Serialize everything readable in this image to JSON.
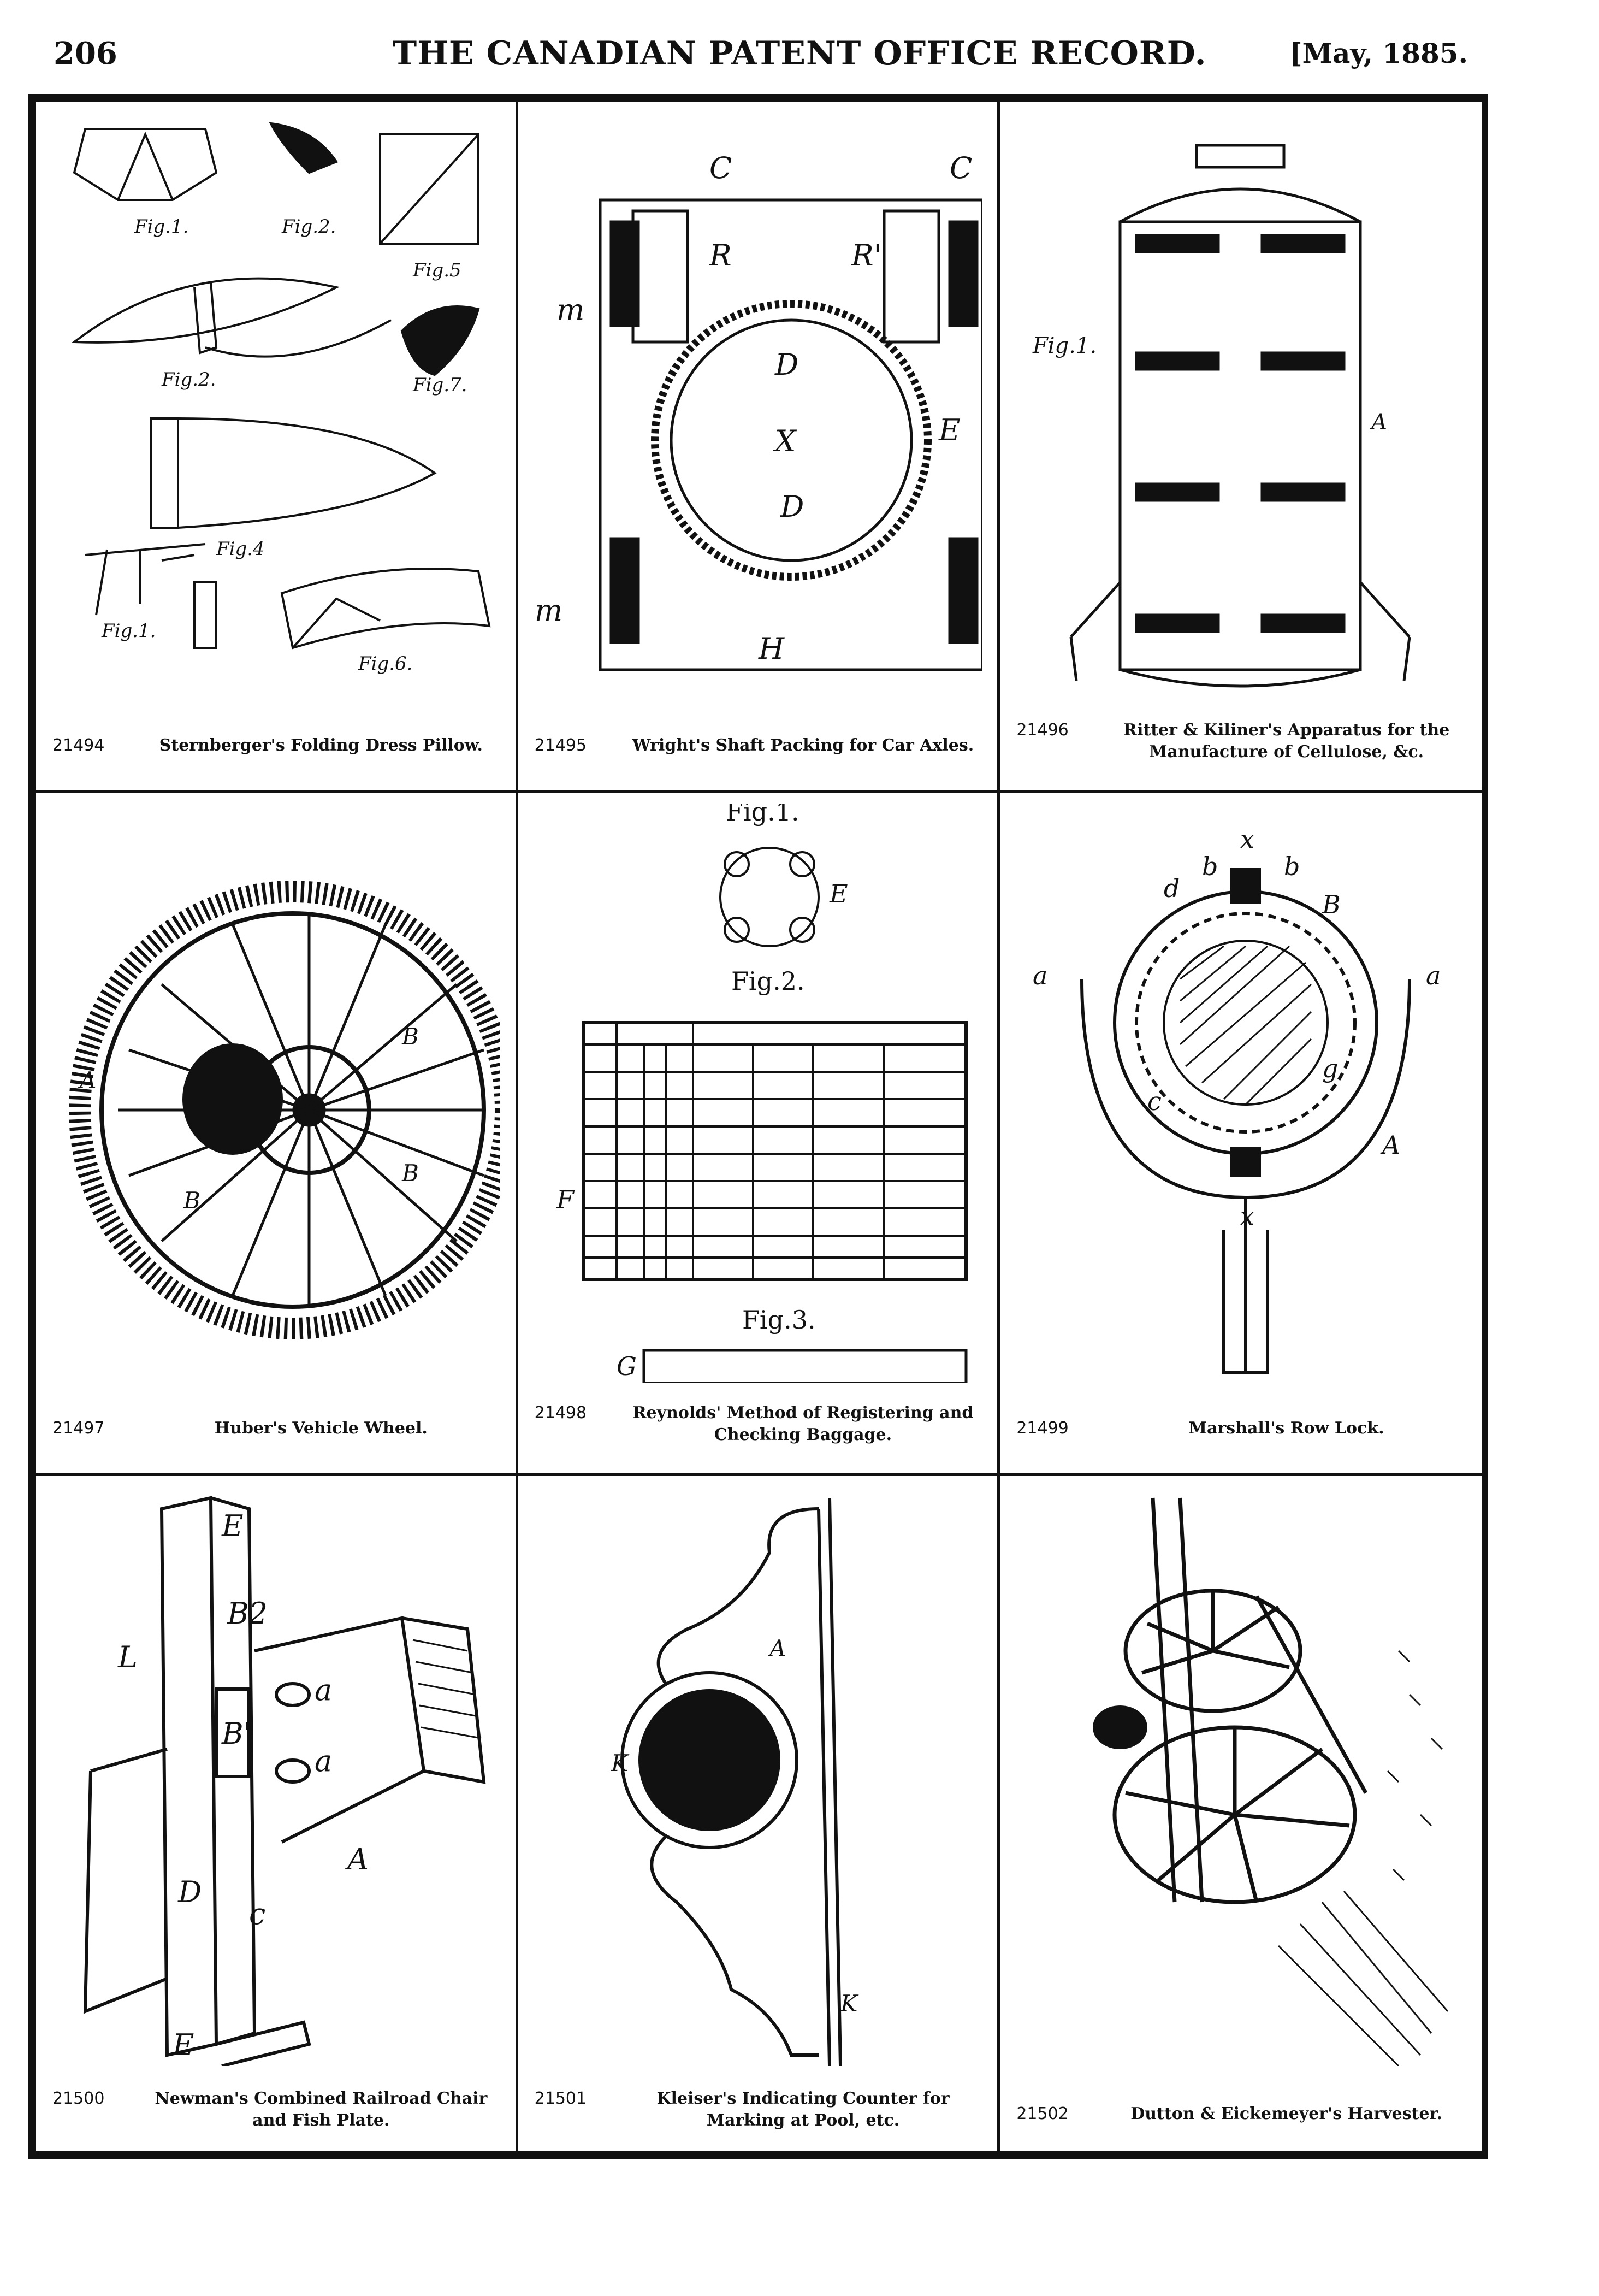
{
  "header": {
    "page_number": "206",
    "publication_title": "THE CANADIAN PATENT OFFICE RECORD.",
    "issue_date": "[May, 1885."
  },
  "patents": [
    {
      "number": "21494",
      "title": "Sternberger's Folding Dress Pillow.",
      "icon": "folding-pillow-drawing"
    },
    {
      "number": "21495",
      "title": "Wright's Shaft Packing for Car Axles.",
      "icon": "shaft-packing-drawing"
    },
    {
      "number": "21496",
      "title": "Ritter & Kiliner's Apparatus for the Manufacture of Cellulose, &c.",
      "icon": "cellulose-apparatus-drawing"
    },
    {
      "number": "21497",
      "title": "Huber's Vehicle Wheel.",
      "icon": "vehicle-wheel-drawing"
    },
    {
      "number": "21498",
      "title": "Reynolds' Method of Registering and Checking Baggage.",
      "icon": "baggage-register-drawing"
    },
    {
      "number": "21499",
      "title": "Marshall's Row Lock.",
      "icon": "row-lock-drawing"
    },
    {
      "number": "21500",
      "title": "Newman's Combined Railroad Chair and Fish Plate.",
      "icon": "railroad-chair-drawing"
    },
    {
      "number": "21501",
      "title": "Kleiser's Indicating Counter for Marking at Pool, etc.",
      "icon": "pool-counter-drawing"
    },
    {
      "number": "21502",
      "title": "Dutton & Eickemeyer's Harvester.",
      "icon": "harvester-drawing"
    }
  ],
  "figure_labels": {
    "fig1": "Fig.1.",
    "fig2": "Fig.2.",
    "fig3": "Fig.3.",
    "fig4": "Fig.4",
    "fig5": "Fig.5",
    "fig6": "Fig.6.",
    "fig7": "Fig.7.",
    "letter_A": "A",
    "letter_B": "B",
    "letter_C": "C",
    "letter_D": "D",
    "letter_E": "E",
    "letter_F": "F",
    "letter_G": "G",
    "letter_H": "H",
    "letter_L": "L",
    "letter_K": "K",
    "letter_X": "X",
    "letter_m": "m",
    "letter_a": "a",
    "letter_b": "b",
    "letter_c": "c",
    "letter_d": "d",
    "letter_g": "g",
    "letter_x": "x",
    "letter_B1": "B'",
    "letter_B2": "B2",
    "letter_R": "R",
    "letter_R1": "R'"
  },
  "colors": {
    "ink": "#111111",
    "paper": "#ffffff"
  }
}
